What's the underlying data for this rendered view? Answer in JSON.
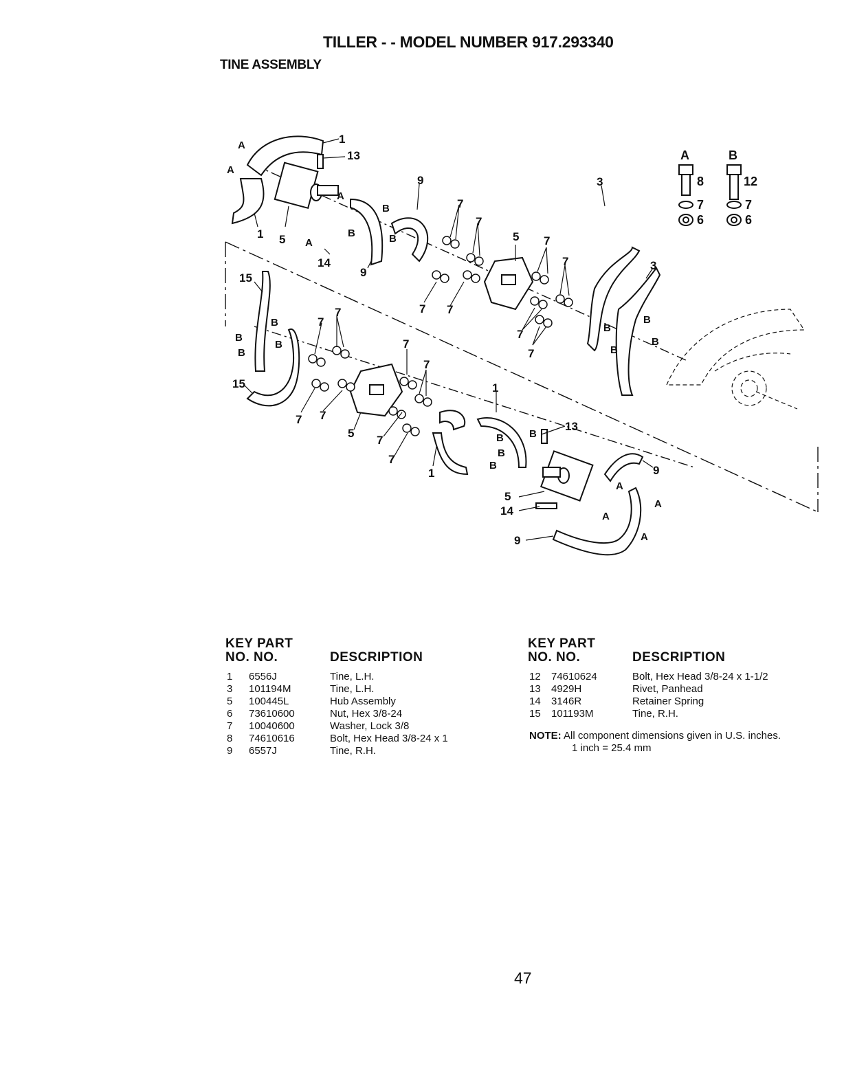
{
  "header": {
    "title": "TILLER - - MODEL NUMBER 917.293340",
    "section": "TINE ASSEMBLY"
  },
  "diagram": {
    "callouts": [
      "1",
      "3",
      "5",
      "6",
      "7",
      "8",
      "9",
      "12",
      "13",
      "14",
      "15",
      "A",
      "B"
    ]
  },
  "parts_left": {
    "header_key": "KEY PART",
    "header_no": "NO.  NO.",
    "header_desc": "DESCRIPTION",
    "rows": [
      {
        "key": "1",
        "part": "6556J",
        "desc": "Tine, L.H."
      },
      {
        "key": "3",
        "part": "101194M",
        "desc": "Tine, L.H."
      },
      {
        "key": "5",
        "part": "100445L",
        "desc": "Hub Assembly"
      },
      {
        "key": "6",
        "part": "73610600",
        "desc": "Nut, Hex  3/8-24"
      },
      {
        "key": "7",
        "part": "10040600",
        "desc": "Washer, Lock 3/8"
      },
      {
        "key": "8",
        "part": "74610616",
        "desc": "Bolt, Hex  Head 3/8-24 x 1"
      },
      {
        "key": "9",
        "part": "6557J",
        "desc": "Tine, R.H."
      }
    ]
  },
  "parts_right": {
    "header_key": "KEY PART",
    "header_no": "NO.  NO.",
    "header_desc": "DESCRIPTION",
    "rows": [
      {
        "key": "12",
        "part": "74610624",
        "desc": "Bolt, Hex Head 3/8-24 x 1-1/2"
      },
      {
        "key": "13",
        "part": "4929H",
        "desc": "Rivet, Panhead"
      },
      {
        "key": "14",
        "part": "3146R",
        "desc": "Retainer Spring"
      },
      {
        "key": "15",
        "part": "101193M",
        "desc": "Tine, R.H."
      }
    ]
  },
  "note": {
    "label": "NOTE:",
    "line1": "All component dimensions given in U.S. inches.",
    "line2": "1 inch = 25.4 mm"
  },
  "footer": {
    "page_number": "47"
  }
}
